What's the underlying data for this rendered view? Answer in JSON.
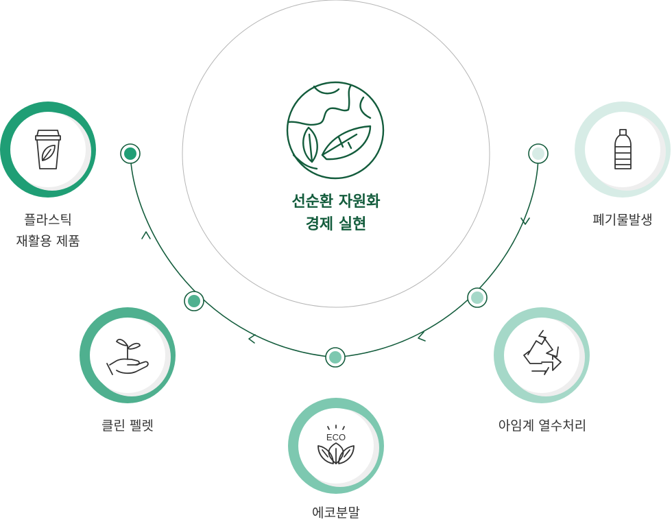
{
  "center": {
    "title_line1": "선순환 자원화",
    "title_line2": "경제 실현",
    "icon": "earth-leaf-icon"
  },
  "steps": [
    {
      "id": "waste",
      "label": "폐기물발생",
      "icon": "plastic-bottle-icon",
      "color": "#d7ece6"
    },
    {
      "id": "pyrolysis",
      "label": "아임계 열수처리",
      "icon": "recycle-icon",
      "color": "#a5d8c8"
    },
    {
      "id": "eco-powder",
      "label": "에코분말",
      "icon": "eco-leaves-icon",
      "eco_text": "ECO",
      "color": "#7dc8b0"
    },
    {
      "id": "pellet",
      "label": "클린 펠렛",
      "icon": "hand-sprout-icon",
      "color": "#4fb08f"
    },
    {
      "id": "product",
      "label_line1": "플라스틱",
      "label_line2": "재활용 제품",
      "icon": "cup-leaf-icon",
      "color": "#1f9e75"
    }
  ],
  "colors": {
    "arc": "#135c3c",
    "center_title": "#135c3c",
    "label": "#333333",
    "center_circle_stroke": "#b5b5b5"
  }
}
